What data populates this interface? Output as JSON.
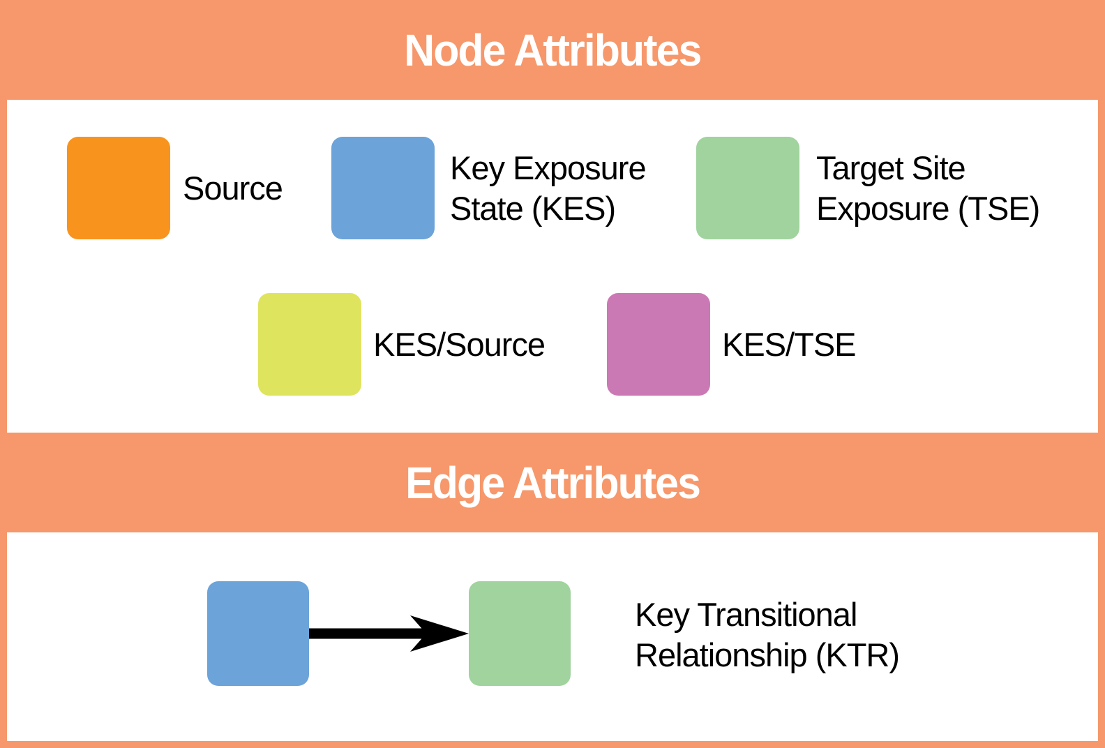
{
  "page": {
    "background_color": "#F6986B",
    "panel_color": "#FFFFFF",
    "title_color": "#FFFFFF",
    "label_color": "#000000"
  },
  "node_section": {
    "title": "Node Attributes",
    "legend": [
      {
        "id": "source",
        "swatch_color": "#F8941E",
        "lines": [
          "Source"
        ]
      },
      {
        "id": "kes",
        "swatch_color": "#6CA3D9",
        "lines": [
          "Key Exposure",
          "State (KES)"
        ]
      },
      {
        "id": "tse",
        "swatch_color": "#A0D39D",
        "lines": [
          "Target Site",
          "Exposure (TSE)"
        ]
      },
      {
        "id": "kes-source",
        "swatch_color": "#DFE45E",
        "lines": [
          "KES/Source"
        ]
      },
      {
        "id": "kes-tse",
        "swatch_color": "#CB79B4",
        "lines": [
          "KES/TSE"
        ]
      }
    ]
  },
  "edge_section": {
    "title": "Edge Attributes",
    "legend": [
      {
        "id": "ktr",
        "from_color": "#6CA3D9",
        "to_color": "#A0D39D",
        "arrow_color": "#000000",
        "lines": [
          "Key Transitional",
          "Relationship (KTR)"
        ]
      }
    ]
  }
}
